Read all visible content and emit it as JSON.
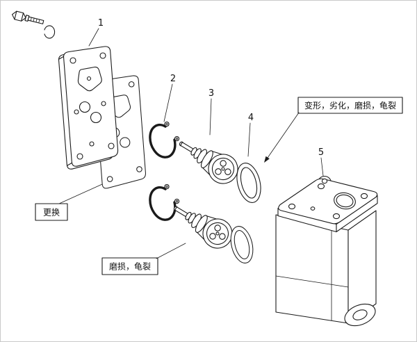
{
  "figure": {
    "background_color": "#ffffff",
    "line_color": "#1a1a1a",
    "callouts": [
      {
        "number": "1"
      },
      {
        "number": "2"
      },
      {
        "number": "3"
      },
      {
        "number": "4"
      },
      {
        "number": "5"
      }
    ],
    "notes": [
      {
        "id": "replace",
        "text": "更换"
      },
      {
        "id": "wear-crack",
        "text": "磨损，龟裂"
      },
      {
        "id": "deform-deteriorate-wear-crack",
        "text": "变形，劣化，磨损，龟裂"
      }
    ]
  }
}
